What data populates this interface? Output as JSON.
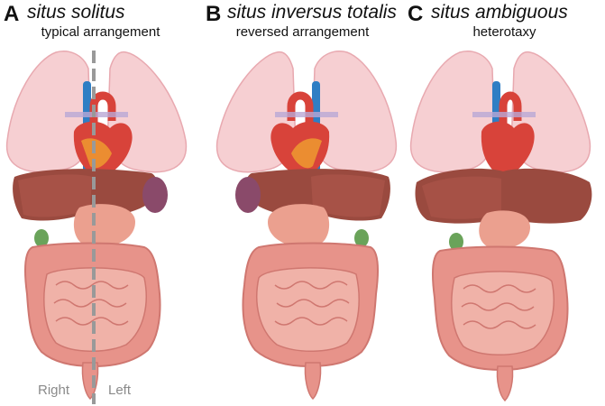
{
  "panels": [
    {
      "letter": "A",
      "title": "situs solitus",
      "subtitle": "typical arrangement"
    },
    {
      "letter": "B",
      "title": "situs inversus totalis",
      "subtitle": "reversed arrangement"
    },
    {
      "letter": "C",
      "title": "situs ambiguous",
      "subtitle": "heterotaxy"
    }
  ],
  "side_labels": {
    "right": "Right",
    "left": "Left"
  },
  "colors": {
    "lung": "#f6cfd2",
    "lung_edge": "#e8a9b0",
    "liver": "#9a4a3f",
    "liver_light": "#b0584c",
    "stomach": "#eba08f",
    "spleen": "#8a4a6a",
    "gallbladder": "#6aa35a",
    "intestine": "#e7938a",
    "intestine_dark": "#cf7770",
    "heart": "#d8433a",
    "aorta": "#d8433a",
    "vein": "#2f7ec4",
    "midline": "#999999"
  }
}
